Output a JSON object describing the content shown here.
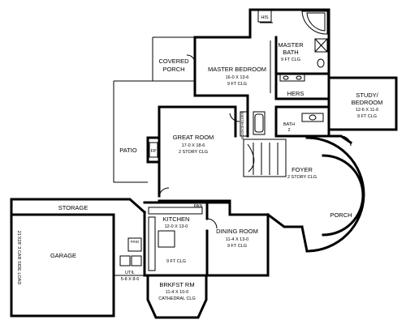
{
  "rooms": {
    "his": {
      "name": "HIS"
    },
    "master_bath": {
      "line1": "MASTER",
      "line2": "BATH",
      "ceiling": "9 FT CLG"
    },
    "master_bedroom": {
      "name": "MASTER BEDROOM",
      "dims": "16-0 X 13-6",
      "ceiling": "9 FT CLG"
    },
    "covered_porch": {
      "line1": "COVERED",
      "line2": "PORCH"
    },
    "hers": {
      "name": "HERS"
    },
    "study_bedroom": {
      "line1": "STUDY/",
      "line2": "BEDROOM",
      "dims": "12-6 X 11-6",
      "ceiling": "9 FT CLG"
    },
    "bath2": {
      "line1": "BATH",
      "line2": "2"
    },
    "bookshelves": {
      "name": "BOOKSHELVES"
    },
    "great_room": {
      "name": "GREAT ROOM",
      "dims": "17-0 X 18-6",
      "ceiling": "2 STORY CLG"
    },
    "patio": {
      "name": "PATIO"
    },
    "fp": {
      "name": "FP"
    },
    "foyer": {
      "name": "FOYER",
      "ceiling": "2 STORY CLG"
    },
    "storage": {
      "name": "STORAGE"
    },
    "pan": {
      "name": "PAN"
    },
    "kitchen": {
      "name": "KITCHEN",
      "dims": "12-0 X 13-0",
      "ceiling": "9 FT CLG"
    },
    "dining_room": {
      "name": "DINING ROOM",
      "dims": "11-4 X 13-0",
      "ceiling": "9 FT CLG"
    },
    "porch": {
      "name": "PORCH"
    },
    "garage": {
      "name": "GARAGE",
      "size": "21'X28' 3 CAR SIDE LOAD"
    },
    "utility": {
      "name": "UTIL",
      "dims": "5-8 X 8-6"
    },
    "frig": {
      "name": "FRIG"
    },
    "brkfst": {
      "name": "BRKFST RM",
      "dims": "11-4 X 10-0",
      "ceiling": "CATHEDRAL CLG"
    }
  },
  "colors": {
    "lines": "#000000",
    "background": "#ffffff"
  }
}
